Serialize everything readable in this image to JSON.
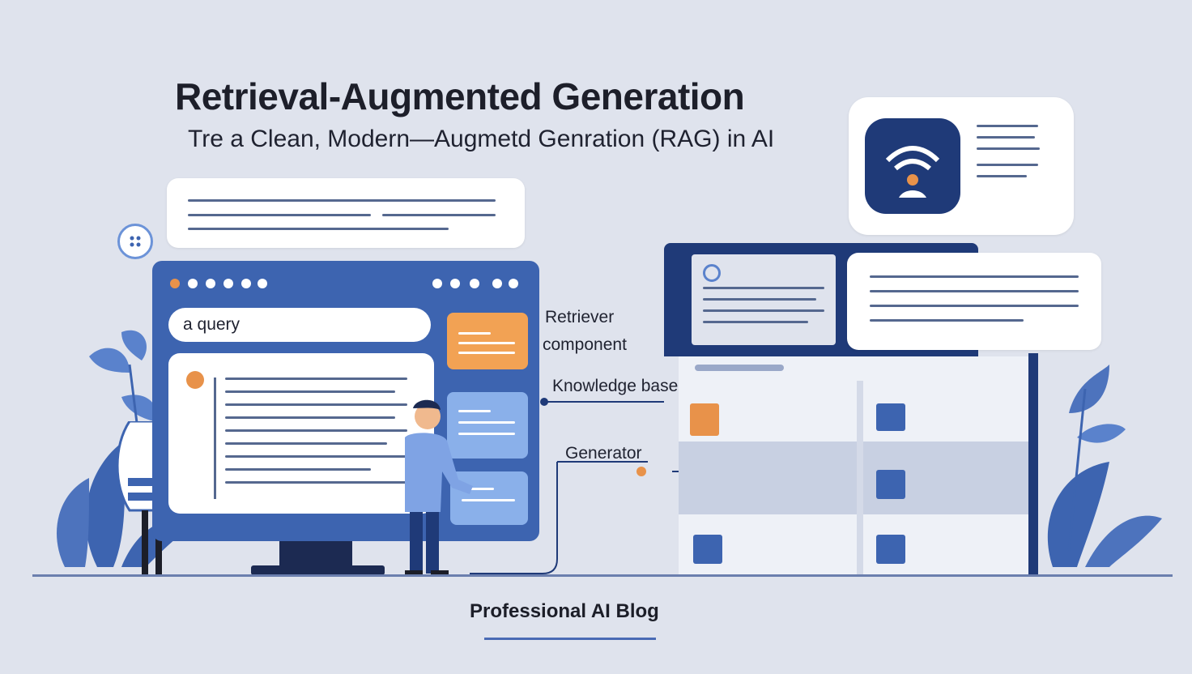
{
  "header": {
    "title": "Retrieval-Augmented Generation",
    "subtitle": "Tre a Clean, Modern—Augmetd Genration (RAG) in AI"
  },
  "search": {
    "value": "a query"
  },
  "labels": {
    "retriever": "Retriever",
    "component": "component",
    "knowledge_base": "Knowledge base",
    "generator": "Generator"
  },
  "footer": {
    "text": "Professional AI Blog"
  },
  "icons": [
    "chat-dots-icon",
    "wifi-user-icon",
    "leaf-icon",
    "person-icon"
  ],
  "colors": {
    "background": "#dfe3ed",
    "primary_blue": "#3d64b0",
    "navy": "#1f3a78",
    "accent_orange": "#e8924a"
  }
}
